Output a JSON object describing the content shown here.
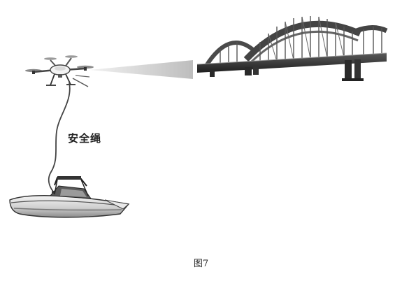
{
  "diagram": {
    "tether_label": "安全绳",
    "caption": "图7"
  },
  "icons": [
    "drone-icon",
    "camera-beam",
    "arch-bridge",
    "safety-rope",
    "boat-icon"
  ],
  "colors": {
    "ink": "#222222",
    "beam": "#cfcfcf",
    "bridge_dark": "#3a3a3a",
    "boat_hull": "#d8d8d8"
  }
}
